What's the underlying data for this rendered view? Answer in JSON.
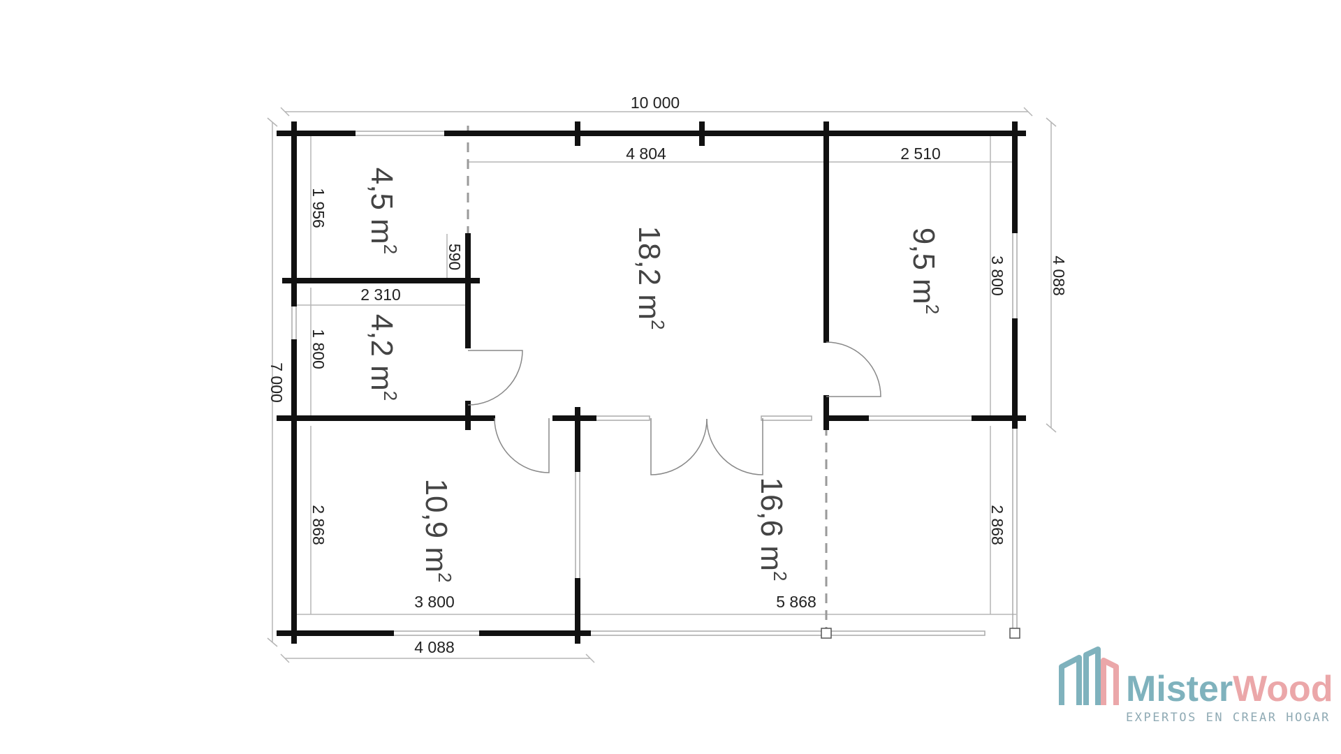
{
  "dimensions": {
    "overall_width": "10 000",
    "overall_depth": "7 000",
    "right_depth": "4 088",
    "living_width": "4 804",
    "bedroom_right_width": "2 510",
    "room_small_depth": "1 956",
    "partition_offset": "590",
    "bath_width": "2 310",
    "bath_depth": "1 800",
    "bedroom_right_depth": "3 800",
    "lower_left_depth": "2 868",
    "lower_right_depth": "2 868",
    "lower_left_width": "3 800",
    "terrace_width": "5 868",
    "bottom_left_width": "4 088"
  },
  "areas": {
    "room_a": "4,5 m",
    "room_b": "4,2 m",
    "living": "18,2 m",
    "bedroom_right": "9,5 m",
    "bedroom_left": "10,9 m",
    "terrace": "16,6 m",
    "unit_exponent": "2"
  },
  "brand": {
    "name_part1": "Mister",
    "name_part2": "Wood",
    "tagline": "EXPERTOS EN CREAR HOGAR",
    "color_primary": "#7fb2bd",
    "color_accent": "#eba7a9"
  }
}
